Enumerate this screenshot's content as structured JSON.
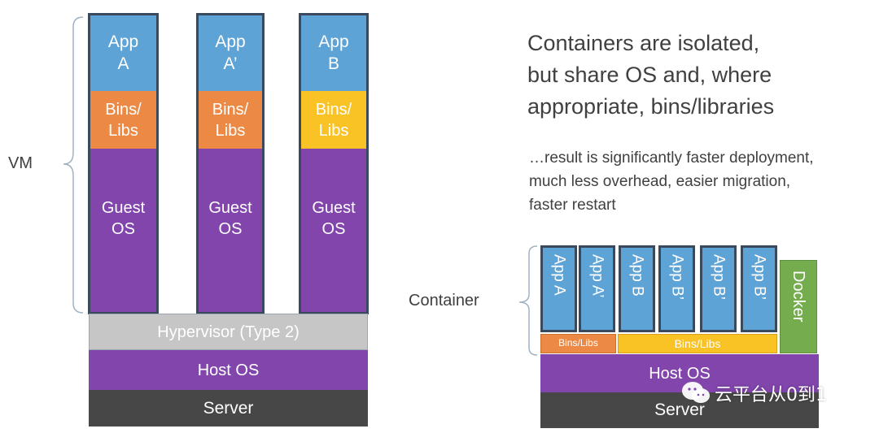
{
  "vm": {
    "label": "VM",
    "columns": [
      {
        "app": "App\nA",
        "bins": "Bins/\nLibs",
        "guest": "Guest\nOS"
      },
      {
        "app": "App\nA’",
        "bins": "Bins/\nLibs",
        "guest": "Guest\nOS"
      },
      {
        "app": "App\nB",
        "bins": "Bins/\nLibs",
        "guest": "Guest\nOS"
      }
    ],
    "hypervisor": "Hypervisor (Type 2)",
    "host_os": "Host OS",
    "server": "Server"
  },
  "text": {
    "heading": "Containers are isolated,\nbut share OS and, where\nappropriate, bins/libraries",
    "sub": "…result is significantly faster deployment,\nmuch less overhead, easier migration,\nfaster restart"
  },
  "container": {
    "label": "Container",
    "apps": [
      "App A",
      "App A’",
      "App B",
      "App B’",
      "App B’",
      "App B’"
    ],
    "docker": "Docker",
    "bins_small": "Bins/Libs",
    "bins_large": "Bins/Libs",
    "host_os": "Host OS",
    "server": "Server"
  },
  "watermark": "云平台从0到1",
  "colors": {
    "app": "#5ea3d6",
    "bins_orange": "#ec8a45",
    "bins_yellow": "#f9c325",
    "purple": "#8145ac",
    "hypervisor": "#c6c6c6",
    "server": "#474747",
    "docker": "#74ac4e"
  }
}
